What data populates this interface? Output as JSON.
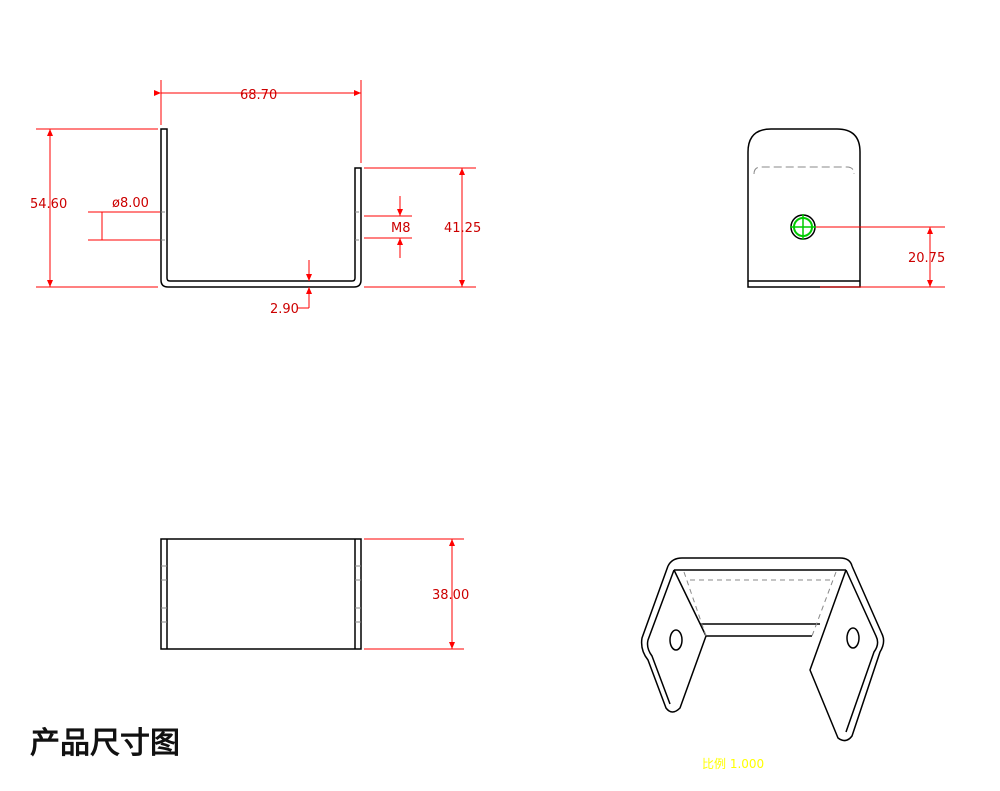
{
  "title": "产品尺寸图",
  "dimensions": {
    "width_top": "68.70",
    "height_left": "54.60",
    "hole_dia": "ø8.00",
    "thread": "M8",
    "height_right": "41.25",
    "thickness": "2.90",
    "hole_height": "20.75",
    "depth": "38.00"
  },
  "scale_label": "比例 1.000",
  "colors": {
    "outline": "#000000",
    "dimension": "#ff0000",
    "hole_marker": "#00cc00",
    "caption": "#ffff00"
  }
}
